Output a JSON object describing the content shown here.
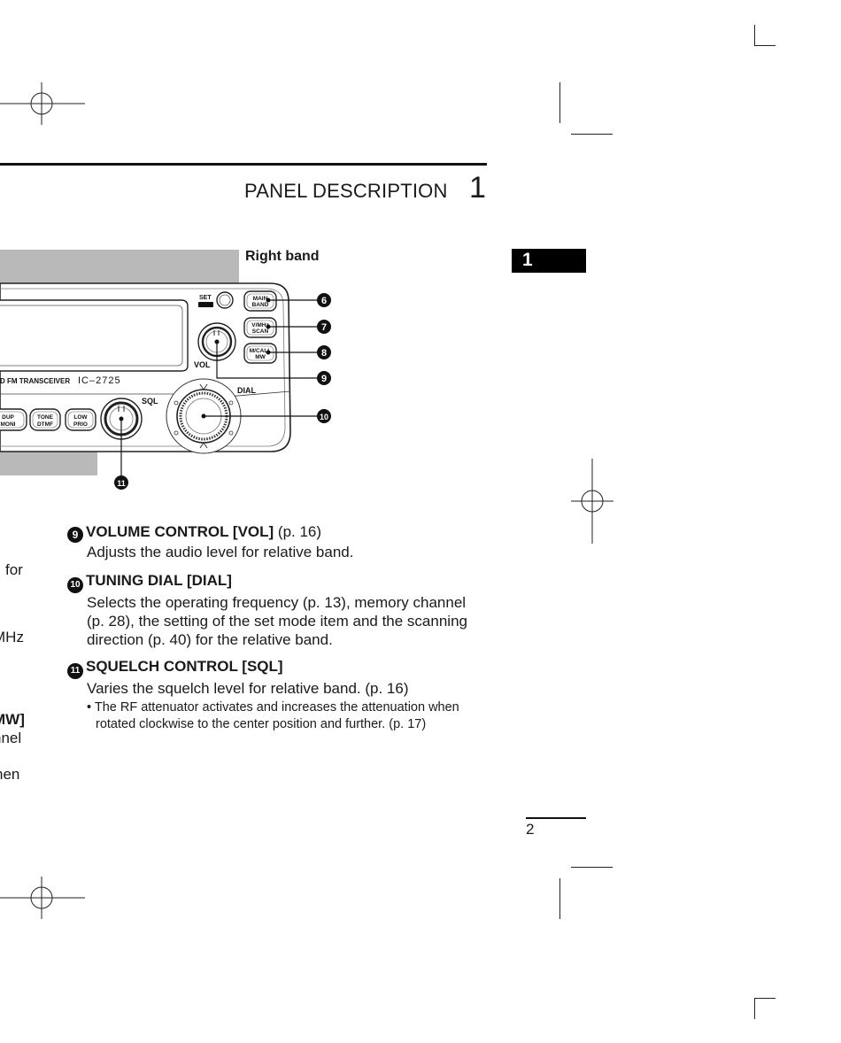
{
  "header": {
    "title": "PANEL DESCRIPTION",
    "chapter": "1"
  },
  "tab": {
    "label": "1"
  },
  "figure": {
    "band_label": "Right band",
    "keys": {
      "set": "SET",
      "main_band": [
        "MAIN",
        "BAND"
      ],
      "vmhz_scan": [
        "V/MHz",
        "SCAN"
      ],
      "mcall_mw": [
        "M/CALL",
        "MW"
      ],
      "dup_moni": [
        "DUP",
        "MONI"
      ],
      "tone_dtmf": [
        "TONE",
        "DTMF"
      ],
      "low_prio": [
        "LOW",
        "PRIO"
      ]
    },
    "labels": {
      "vol": "VOL",
      "dial": "DIAL",
      "sql": "SQL",
      "transceiver": "D FM TRANSCEIVER",
      "model": "IC–2725"
    },
    "callouts": {
      "c6": "6",
      "c7": "7",
      "c8": "8",
      "c9": "9",
      "c10": "10",
      "c11": "11"
    }
  },
  "sections": [
    {
      "marker": "9",
      "title": "VOLUME CONTROL [VOL]",
      "ref": " (p. 16)",
      "lines": [
        "Adjusts the audio level for relative band."
      ]
    },
    {
      "marker": "10",
      "title": "TUNING DIAL [DIAL]",
      "ref": "",
      "lines": [
        "Selects the operating frequency (p. 13), memory channel",
        "(p. 28), the setting of the set mode item and the scanning",
        "direction (p. 40) for the relative band."
      ]
    },
    {
      "marker": "11",
      "title": "SQUELCH CONTROL [SQL]",
      "ref": "",
      "lines": [
        "Varies the squelch level for relative band. (p. 16)"
      ],
      "bullet": [
        "• The RF attenuator activates and increases the attenuation when",
        "rotated clockwise to the center position and further. (p. 17)"
      ]
    }
  ],
  "left_fragments": [
    "for",
    "MHz",
    "MW]",
    "nnel",
    "hen"
  ],
  "page_number": "2"
}
